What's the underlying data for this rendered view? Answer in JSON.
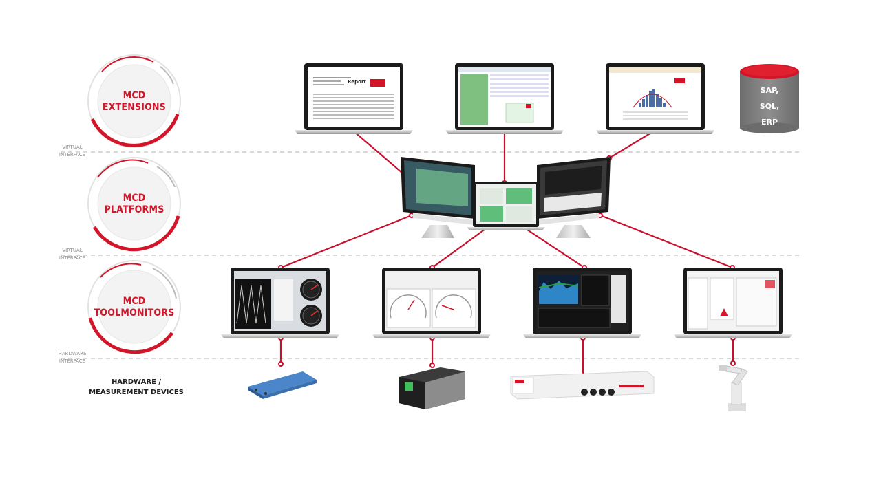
{
  "tiers": [
    {
      "line1": "MCD",
      "line2": "EXTENSIONS"
    },
    {
      "line1": "MCD",
      "line2": "PLATFORMS"
    },
    {
      "line1": "MCD",
      "line2": "TOOLMONITORS"
    }
  ],
  "interfaces": [
    {
      "line1": "VIRTUAL",
      "line2": "INTERFACE"
    },
    {
      "line1": "VIRTUAL",
      "line2": "INTERFACE"
    },
    {
      "line1": "HARDWARE",
      "line2": "INTERFACE"
    }
  ],
  "hardware_label": {
    "line1": "HARDWARE /",
    "line2": "MEASUREMENT DEVICES"
  },
  "database": {
    "line1": "SAP,",
    "line2": "SQL,",
    "line3": "ERP"
  },
  "report_screen": {
    "title": "Report"
  },
  "colors": {
    "accent": "#d3152a",
    "connector": "#c8102e",
    "dashed": "#c8c8c8",
    "database": "#7d7d7d"
  }
}
